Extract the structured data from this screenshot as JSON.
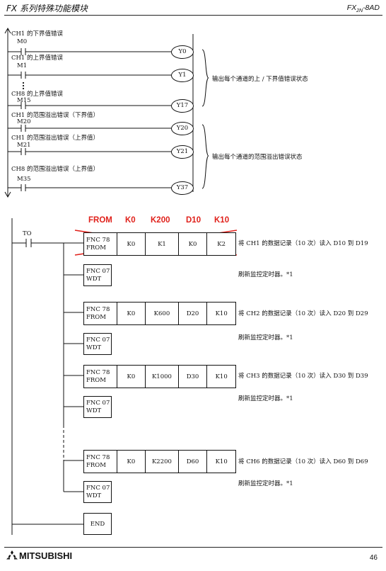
{
  "header": {
    "title": "FX 系列特殊功能模块",
    "model_prefix": "FX",
    "model_sub": "2N",
    "model_suffix": "-8AD"
  },
  "ladder1": {
    "labels": [
      "CH1 的下界值错误",
      "CH1 的上界值错误",
      "CH8 的上界值错误",
      "CH1 的范围溢出错误（下界值）",
      "CH1 的范围溢出错误（上界值）",
      "CH8 的范围溢出错误（上界值）"
    ],
    "contacts": [
      "M0",
      "M1",
      "M15",
      "M20",
      "M21",
      "M35"
    ],
    "coils": [
      "Y0",
      "Y1",
      "Y17",
      "Y20",
      "Y21",
      "Y37"
    ],
    "note_upper": "输出每个通道的上 / 下界值错误状态",
    "note_lower": "输出每个通道的范围溢出错误状态"
  },
  "ladder2": {
    "contact": "TO",
    "annotation": [
      "FROM",
      "K0",
      "K200",
      "D10",
      "K10"
    ],
    "from_rows": [
      {
        "fnc": "FNC  78",
        "name": "FROM",
        "ops": [
          "K0",
          "K1",
          "K0",
          "K2"
        ],
        "note": "将 CH1 的数据记录（10 次）读入 D10 到 D19"
      },
      {
        "fnc": "FNC  78",
        "name": "FROM",
        "ops": [
          "K0",
          "K600",
          "D20",
          "K10"
        ],
        "note": "将 CH2 的数据记录（10 次）读入 D20 到 D29"
      },
      {
        "fnc": "FNC  78",
        "name": "FROM",
        "ops": [
          "K0",
          "K1000",
          "D30",
          "K10"
        ],
        "note": "将 CH3 的数据记录（10 次）读入 D30 到 D39"
      },
      {
        "fnc": "FNC  78",
        "name": "FROM",
        "ops": [
          "K0",
          "K2200",
          "D60",
          "K10"
        ],
        "note": "将 CH6 的数据记录（10 次）读入 D60 到 D69"
      }
    ],
    "wdt": {
      "fnc": "FNC  07",
      "name": "WDT",
      "note": "刷新监控定时器。*1"
    },
    "end": "END"
  },
  "footer": {
    "brand": "MITSUBISHI",
    "page": "46"
  },
  "colors": {
    "annotation": "#e0211b"
  }
}
